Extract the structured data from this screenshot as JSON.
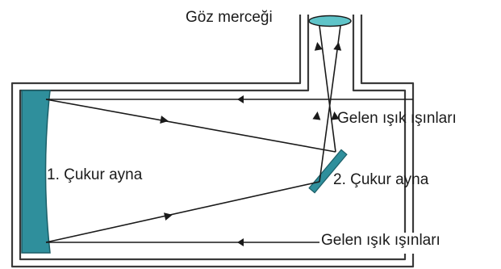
{
  "labels": {
    "eyepiece": "Göz merceği",
    "incoming_top": "Gelen ışık ışınları",
    "mirror_primary": "1. Çukur ayna",
    "mirror_secondary": "2. Çukur ayna",
    "incoming_bottom": "Gelen ışık ışınları"
  },
  "colors": {
    "tube_outline": "#3a3a3a",
    "ray": "#1a1a1a",
    "mirror_fill": "#2f8f9c",
    "mirror_stroke": "#1c5f68",
    "lens_fill": "#5fc4c9",
    "lens_stroke": "#1a1a1a"
  }
}
